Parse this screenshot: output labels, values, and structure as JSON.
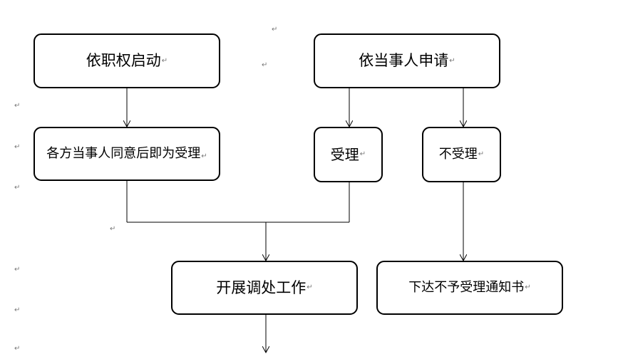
{
  "nodes": {
    "start_by_authority": "依职权启动",
    "start_by_application": "依当事人申请",
    "consent_accept": "各方当事人同意后即为受理",
    "accept": "受理",
    "reject": "不受理",
    "mediation": "开展调处工作",
    "notice_reject": "下达不予受理通知书"
  },
  "paragraph_mark": "↵"
}
